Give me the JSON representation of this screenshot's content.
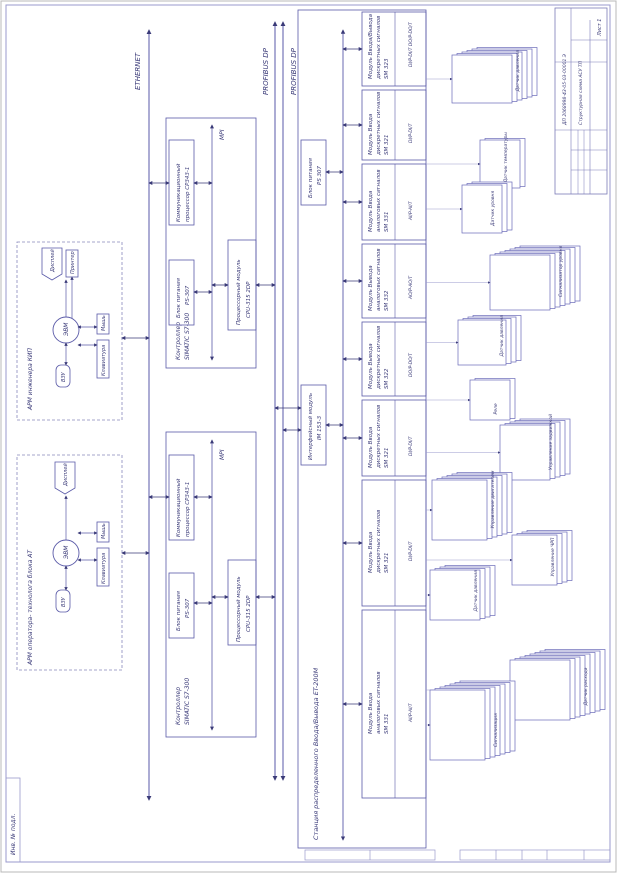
{
  "colors": {
    "line": "#5a5aa8",
    "text": "#3a3a78",
    "dashed": "#8888bb",
    "stack_shadow": "#c8c8ea",
    "frame": "#9a9acc"
  },
  "buses": {
    "ethernet": "ETHERNET",
    "profibus_1": "PROFIBUS DP",
    "profibus_2": "PROFIBUS DP",
    "mpi": "MPI"
  },
  "workstations": [
    {
      "title": "АРМ инженера КИП",
      "pc": "ЭВМ",
      "storage": "ВЗУ",
      "display": "Дисплей",
      "printer": "Принтер",
      "mouse": "Мышь",
      "keyboard": "Клавиатура"
    },
    {
      "title": "АРМ оператора- технолога блока АТ",
      "pc": "ЭВМ",
      "storage": "ВЗУ",
      "display": "Дисплей",
      "mouse": "Мышь",
      "keyboard": "Клавиатура"
    }
  ],
  "controllers": [
    {
      "title": "Контроллер SIMATIC S7-300",
      "comm_processor": "Коммуникационный процессор CP343-1",
      "power_supply": "Блок питания PS-307",
      "cpu": "Процессорный модуль CPU-315 2DP"
    },
    {
      "title": "Контроллер SIMATIC S7-300",
      "comm_processor": "Коммуникационный процессор CP343-1",
      "power_supply": "Блок питания PS-307",
      "cpu": "Процессорный модуль CPU-315 2DP"
    }
  ],
  "station": {
    "title": "Станция распределенного Ввода/Вывода ET-200M",
    "power_supply": "Блок питания PS 307",
    "interface_module": "Интерфейсный модуль IM 153-3",
    "modules": [
      {
        "name": "Модуль Ввода/Вывода дискретных сигналов SM 323",
        "addr": "DI/P-DI/T  DO/P-DO/T"
      },
      {
        "name": "Модуль Ввода дискретных сигналов SM 321",
        "addr": "DI/P-DI/T"
      },
      {
        "name": "Модуль Ввода аналоговых сигналов SM 331",
        "addr": "AI/P-AI/T"
      },
      {
        "name": "Модуль Вывода аналоговых сигналов SM 332",
        "addr": "AO/P-AO/T"
      },
      {
        "name": "Модуль Вывода дискретных сигналов SM 322",
        "addr": "DO/P-DO/T"
      },
      {
        "name": "Модуль Ввода дискретных сигналов SM 321",
        "addr": "DI/P-DI/T"
      },
      {
        "name": "Модуль Ввода дискретных сигналов SM 321",
        "addr": "DI/P-DI/T"
      },
      {
        "name": "Модуль Ввода аналоговых сигналов SM 331",
        "addr": "AI/P-AI/T"
      }
    ]
  },
  "field_devices": [
    {
      "label": "Датчик давления"
    },
    {
      "label": "Датчик температуры"
    },
    {
      "label": "Датчик уровня"
    },
    {
      "label": "Сигнализатор уровня"
    },
    {
      "label": "Датчик давления"
    },
    {
      "label": "Реле"
    },
    {
      "label": "Управление задвижкой"
    },
    {
      "label": "Управление двигателем"
    },
    {
      "label": "Управление ЧРП"
    },
    {
      "label": "Датчик давления"
    },
    {
      "label": "Датчик расхода"
    },
    {
      "label": "Сигнализация"
    }
  ],
  "title_block": {
    "doc_code": "ДП 2068998-43-05-03-00001 Э",
    "title": "Структурная схема АСУ ТП",
    "sheet": "Лист 1"
  },
  "side_stamp": "Инв. № подл."
}
